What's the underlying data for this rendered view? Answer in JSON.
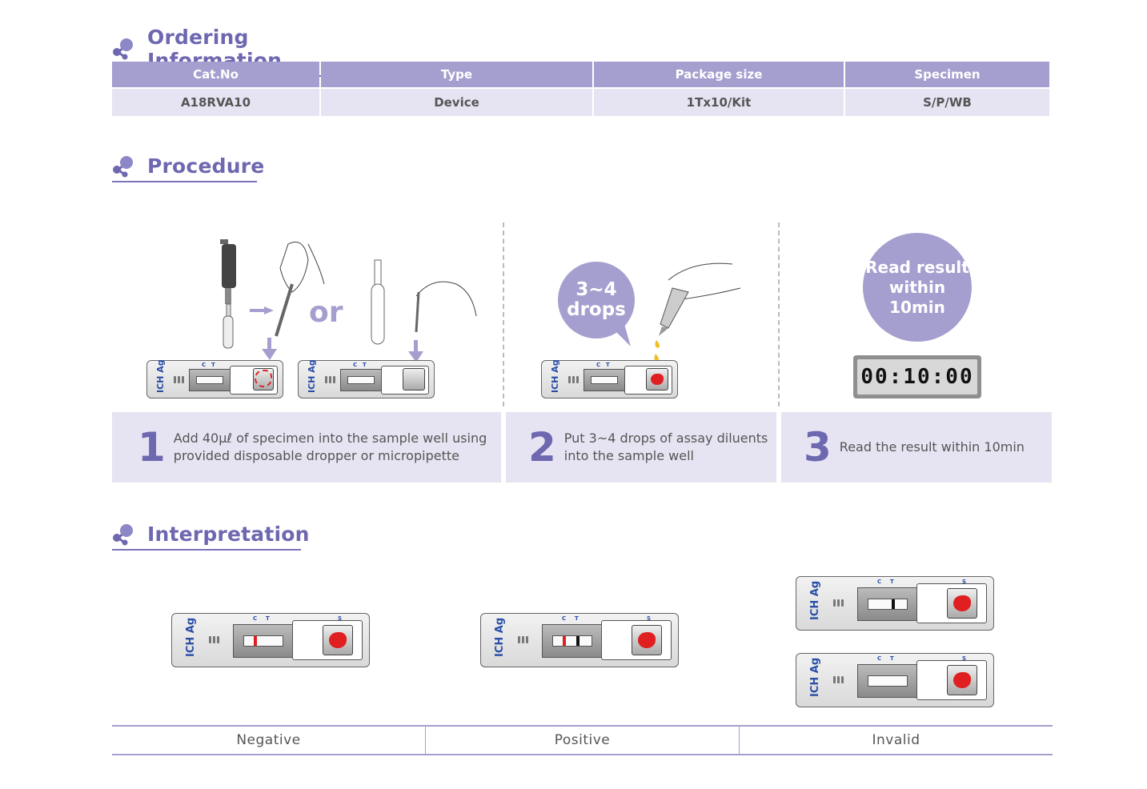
{
  "sections": {
    "ordering": {
      "title": "Ordering Information",
      "icon": "molecule-icon"
    },
    "procedure": {
      "title": "Procedure",
      "icon": "molecule-icon"
    },
    "interpretation": {
      "title": "Interpretation",
      "icon": "molecule-icon"
    }
  },
  "ordering_table": {
    "headers": [
      "Cat.No",
      "Type",
      "Package size",
      "Specimen"
    ],
    "rows": [
      [
        "A18RVA10",
        "Device",
        "1Tx10/Kit",
        "S/P/WB"
      ]
    ]
  },
  "procedure": {
    "or_label": "or",
    "bubble_drops": [
      "3~4",
      "drops"
    ],
    "bubble_read": [
      "Read result",
      "within",
      "10min"
    ],
    "timer": "00:10:00",
    "steps": [
      {
        "num": "1",
        "lines": [
          "Add 40µℓ of specimen into the sample well using",
          "provided disposable dropper or micropipette"
        ]
      },
      {
        "num": "2",
        "lines": [
          "Put 3~4 drops of assay diluents",
          "into the sample well"
        ]
      },
      {
        "num": "3",
        "lines": [
          "Read the result within 10min"
        ]
      }
    ]
  },
  "cassette": {
    "label": "ICH Ag",
    "c_mark": "C",
    "t_mark": "T",
    "s_mark": "S",
    "control_line_color": "#e02020",
    "test_line_color": "#111111"
  },
  "interpretation": {
    "results": [
      "Negative",
      "Positive",
      "Invalid"
    ]
  },
  "colors": {
    "accent": "#6d68b0",
    "header_bg": "#a59fcf",
    "cell_bg": "#e6e4f2",
    "sample_red": "#e02020"
  }
}
